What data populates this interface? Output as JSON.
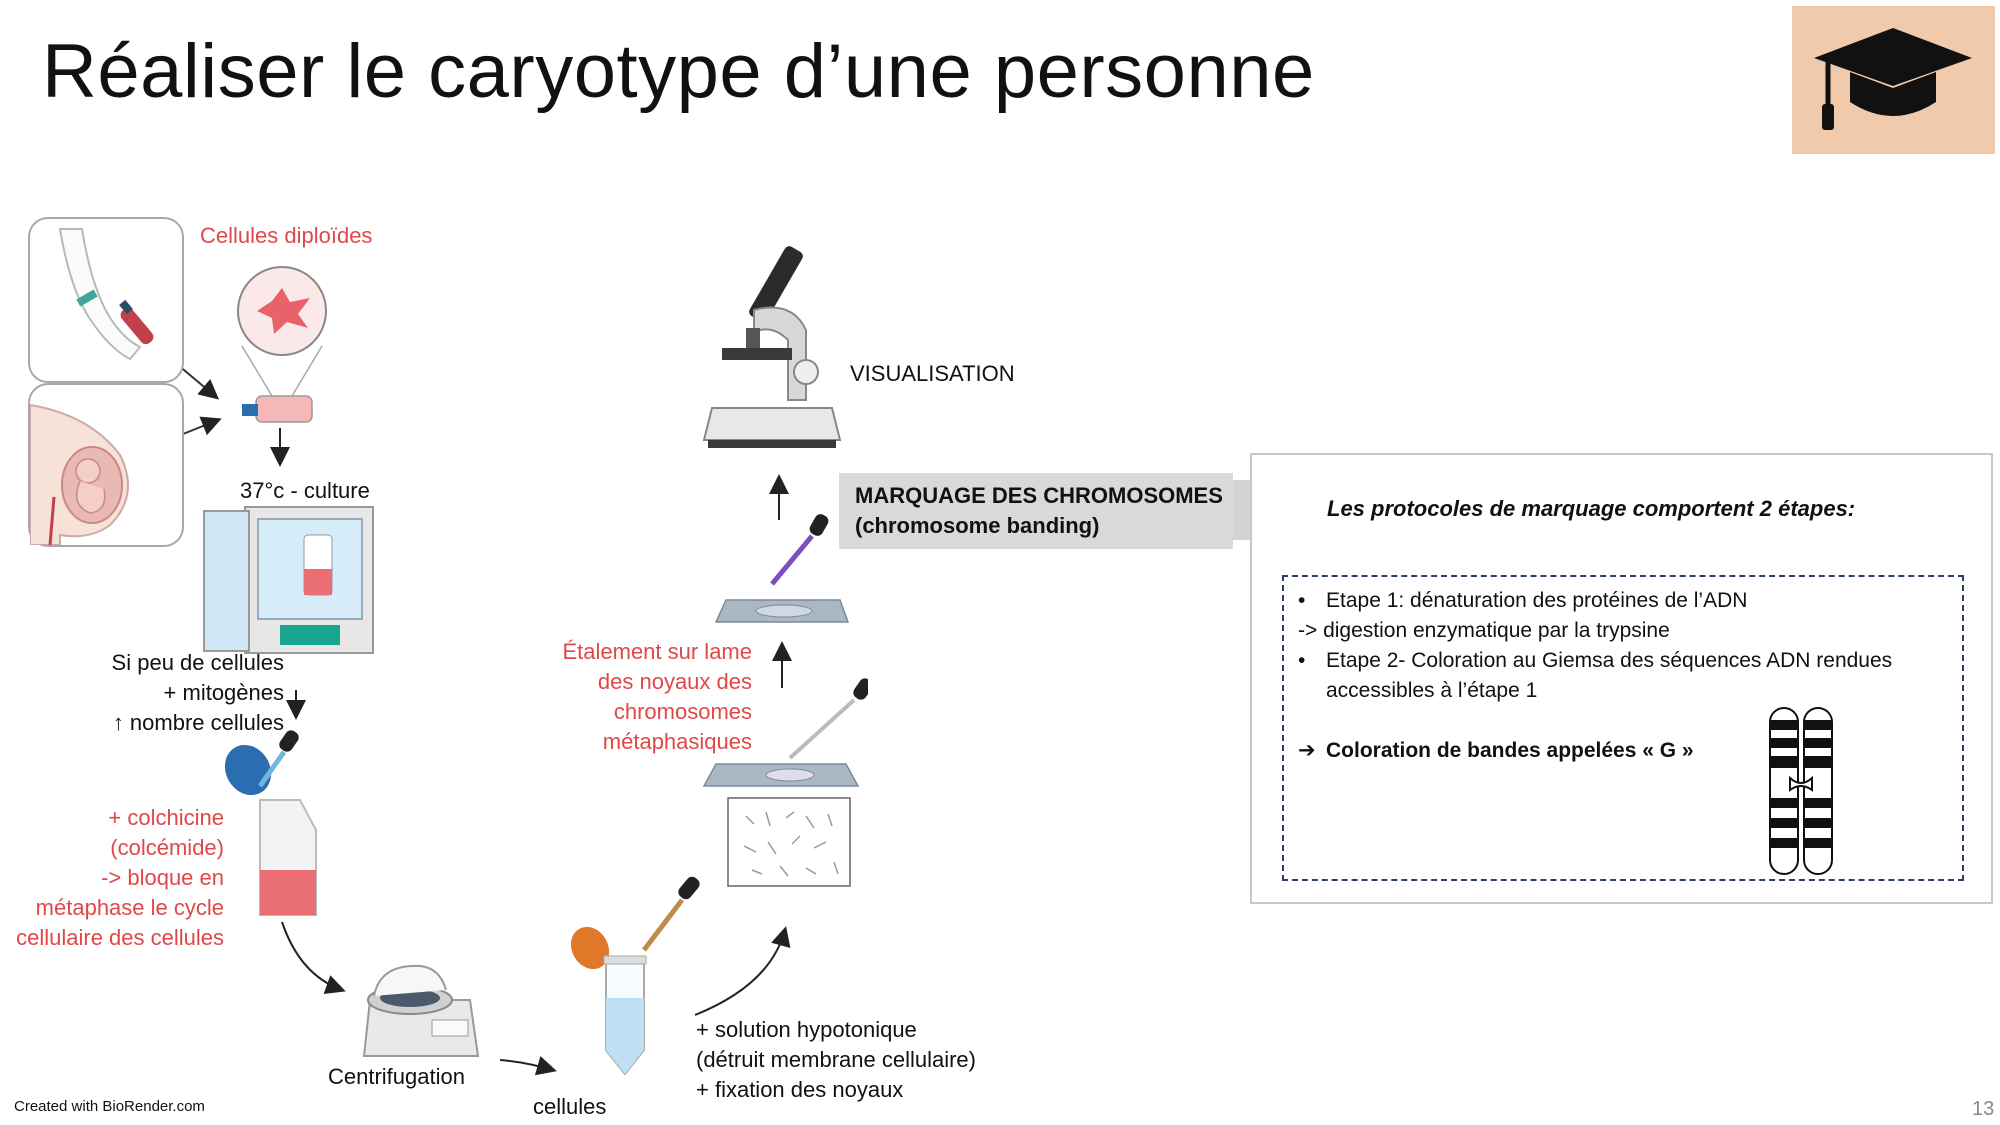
{
  "slide": {
    "title": "Réaliser le caryotype d’une personne",
    "page_number": "13",
    "credit": "Created with BioRender.com"
  },
  "colors": {
    "accent_red": "#e04848",
    "grad_box": "#f1c9ab",
    "banding_box": "#d9d9d9",
    "dash_border": "#2c3e63"
  },
  "labels": {
    "diploid_cells": "Cellules diploïdes",
    "culture": "37°c - culture",
    "few_cells_1": "Si peu de cellules",
    "few_cells_2": "+ mitogènes",
    "few_cells_3": "↑ nombre cellules",
    "colchicine_1": "+ colchicine",
    "colchicine_2": "(colcémide)",
    "colchicine_3": "-> bloque en",
    "colchicine_4": "métaphase le cycle",
    "colchicine_5": "cellulaire des cellules",
    "centrifugation": "Centrifugation",
    "cells": "cellules",
    "hypotonic_1": "+ solution hypotonique",
    "hypotonic_2": "(détruit membrane cellulaire)",
    "hypotonic_3": "+ fixation des noyaux",
    "spreading_1": "Étalement sur lame",
    "spreading_2": "des noyaux des",
    "spreading_3": "chromosomes",
    "spreading_4": "métaphasiques",
    "visualisation": "VISUALISATION",
    "banding_1": "MARQUAGE DES CHROMOSOMES",
    "banding_2": "(chromosome banding)"
  },
  "protocol": {
    "title": "Les protocoles de marquage comportent 2 étapes:",
    "step1": "Etape 1: dénaturation des protéines de l’ADN",
    "step1_sub": "-> digestion enzymatique par la trypsine",
    "step2_a": "Etape 2- Coloration au Giemsa des séquences ADN rendues",
    "step2_b": "accessibles à l’étape 1",
    "conclusion": "Coloration de bandes appelées « G »"
  },
  "icons": [
    "graduation-cap-icon",
    "arm-blood-draw-icon",
    "pregnant-belly-icon",
    "culture-flask-icon",
    "cell-icon",
    "incubator-icon",
    "dropper-icon",
    "centrifuge-icon",
    "falcon-tube-icon",
    "microscope-slide-icon",
    "microscope-icon",
    "chromosome-icon"
  ]
}
